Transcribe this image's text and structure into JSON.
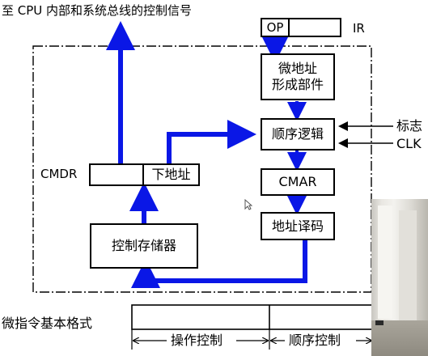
{
  "output_label": "至 CPU 内部和系统总线的控制信号",
  "ir": {
    "op_label": "OP",
    "name": "IR"
  },
  "blocks": {
    "address_gen": "微地址\n形成部件",
    "sequence_logic": "顺序逻辑",
    "cmar": "CMAR",
    "decoder": "地址译码",
    "control_store": "控制存储器",
    "cmdr_label": "CMDR",
    "next_address": "下地址"
  },
  "inputs": {
    "flags": "标志",
    "clock": "CLK"
  },
  "format": {
    "title": "微指令基本格式",
    "field_operation": "操作控制",
    "field_sequence": "顺序控制"
  },
  "colors": {
    "arrow": "#0a17e6",
    "line": "#000000"
  }
}
